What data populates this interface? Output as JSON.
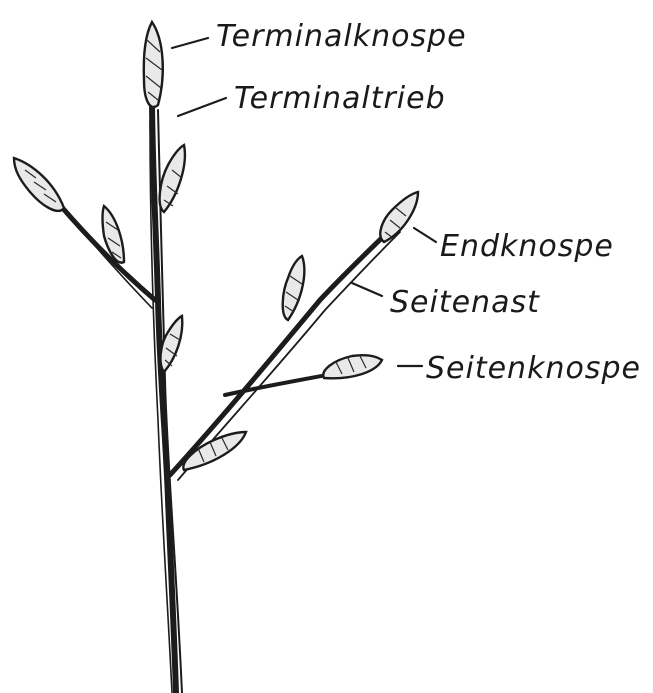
{
  "labels": {
    "terminal_bud": "Terminalknospe",
    "terminal_shoot": "Terminaltrieb",
    "end_bud": "Endknospe",
    "side_branch": "Seitenast",
    "side_bud": "Seitenknospe"
  },
  "colors": {
    "ink": "#1c1c1c",
    "background": "#ffffff",
    "bud_fill": "#e9e9e9"
  }
}
